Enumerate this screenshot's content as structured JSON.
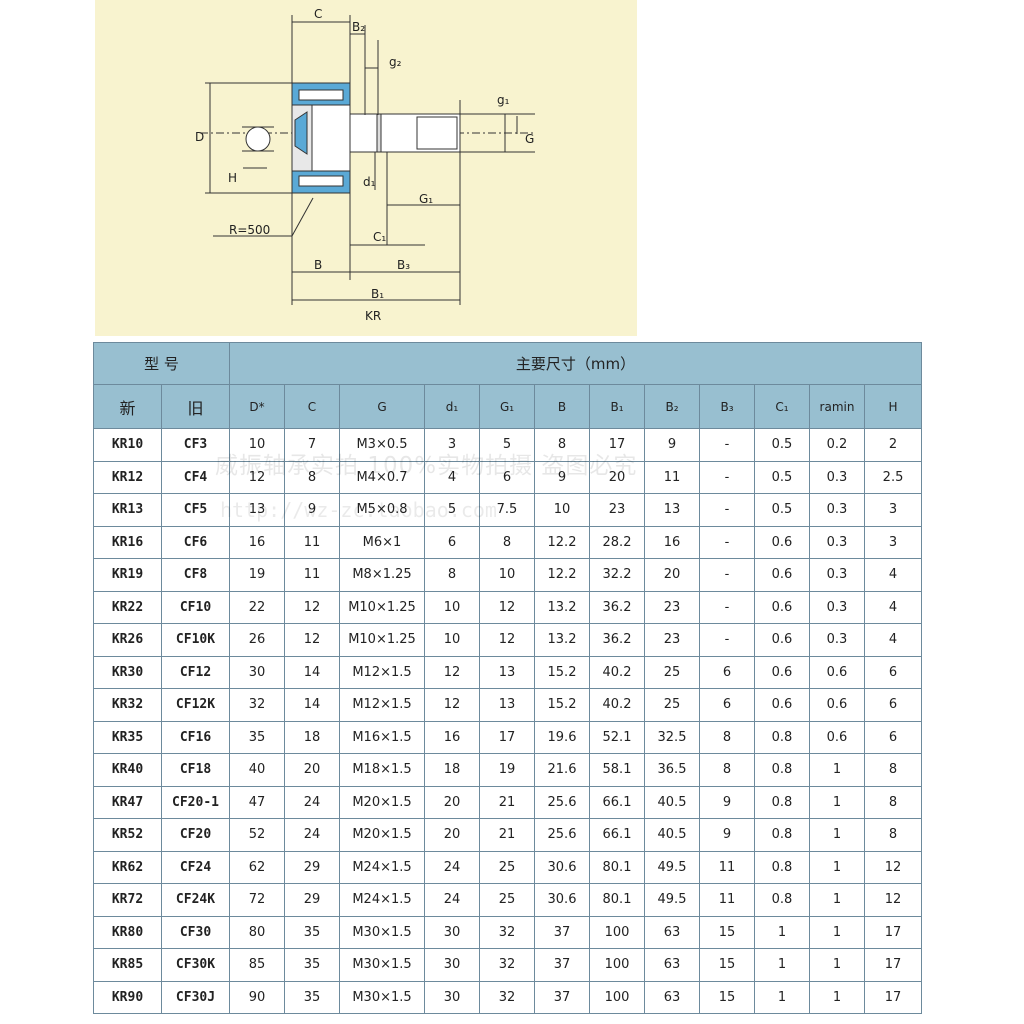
{
  "diagram": {
    "caption": "KR",
    "labels": {
      "C": "C",
      "B2": "B₂",
      "g2": "g₂",
      "g1": "g₁",
      "G": "G",
      "D": "D",
      "H": "H",
      "d1": "d₁",
      "G1": "G₁",
      "R": "R=500",
      "C1": "C₁",
      "B": "B",
      "B3": "B₃",
      "B1": "B₁"
    },
    "colors": {
      "background": "#f8f3cf",
      "bearing_fill": "#5aa9d6",
      "line": "#333333"
    }
  },
  "watermark": {
    "line1": "威振轴承实拍 100%实物拍摄 盗图必究",
    "line2": "http://wz-zc.taobao.com"
  },
  "table": {
    "header_model": "型 号",
    "header_dims": "主要尺寸（mm）",
    "col_new": "新",
    "col_old": "旧",
    "dim_cols": [
      "D*",
      "C",
      "G",
      "d₁",
      "G₁",
      "B",
      "B₁",
      "B₂",
      "B₃",
      "C₁",
      "ramin",
      "H"
    ],
    "rows": [
      [
        "KR10",
        "CF3",
        "10",
        "7",
        "M3×0.5",
        "3",
        "5",
        "8",
        "17",
        "9",
        "-",
        "0.5",
        "0.2",
        "2"
      ],
      [
        "KR12",
        "CF4",
        "12",
        "8",
        "M4×0.7",
        "4",
        "6",
        "9",
        "20",
        "11",
        "-",
        "0.5",
        "0.3",
        "2.5"
      ],
      [
        "KR13",
        "CF5",
        "13",
        "9",
        "M5×0.8",
        "5",
        "7.5",
        "10",
        "23",
        "13",
        "-",
        "0.5",
        "0.3",
        "3"
      ],
      [
        "KR16",
        "CF6",
        "16",
        "11",
        "M6×1",
        "6",
        "8",
        "12.2",
        "28.2",
        "16",
        "-",
        "0.6",
        "0.3",
        "3"
      ],
      [
        "KR19",
        "CF8",
        "19",
        "11",
        "M8×1.25",
        "8",
        "10",
        "12.2",
        "32.2",
        "20",
        "-",
        "0.6",
        "0.3",
        "4"
      ],
      [
        "KR22",
        "CF10",
        "22",
        "12",
        "M10×1.25",
        "10",
        "12",
        "13.2",
        "36.2",
        "23",
        "-",
        "0.6",
        "0.3",
        "4"
      ],
      [
        "KR26",
        "CF10K",
        "26",
        "12",
        "M10×1.25",
        "10",
        "12",
        "13.2",
        "36.2",
        "23",
        "-",
        "0.6",
        "0.3",
        "4"
      ],
      [
        "KR30",
        "CF12",
        "30",
        "14",
        "M12×1.5",
        "12",
        "13",
        "15.2",
        "40.2",
        "25",
        "6",
        "0.6",
        "0.6",
        "6"
      ],
      [
        "KR32",
        "CF12K",
        "32",
        "14",
        "M12×1.5",
        "12",
        "13",
        "15.2",
        "40.2",
        "25",
        "6",
        "0.6",
        "0.6",
        "6"
      ],
      [
        "KR35",
        "CF16",
        "35",
        "18",
        "M16×1.5",
        "16",
        "17",
        "19.6",
        "52.1",
        "32.5",
        "8",
        "0.8",
        "0.6",
        "6"
      ],
      [
        "KR40",
        "CF18",
        "40",
        "20",
        "M18×1.5",
        "18",
        "19",
        "21.6",
        "58.1",
        "36.5",
        "8",
        "0.8",
        "1",
        "8"
      ],
      [
        "KR47",
        "CF20-1",
        "47",
        "24",
        "M20×1.5",
        "20",
        "21",
        "25.6",
        "66.1",
        "40.5",
        "9",
        "0.8",
        "1",
        "8"
      ],
      [
        "KR52",
        "CF20",
        "52",
        "24",
        "M20×1.5",
        "20",
        "21",
        "25.6",
        "66.1",
        "40.5",
        "9",
        "0.8",
        "1",
        "8"
      ],
      [
        "KR62",
        "CF24",
        "62",
        "29",
        "M24×1.5",
        "24",
        "25",
        "30.6",
        "80.1",
        "49.5",
        "11",
        "0.8",
        "1",
        "12"
      ],
      [
        "KR72",
        "CF24K",
        "72",
        "29",
        "M24×1.5",
        "24",
        "25",
        "30.6",
        "80.1",
        "49.5",
        "11",
        "0.8",
        "1",
        "12"
      ],
      [
        "KR80",
        "CF30",
        "80",
        "35",
        "M30×1.5",
        "30",
        "32",
        "37",
        "100",
        "63",
        "15",
        "1",
        "1",
        "17"
      ],
      [
        "KR85",
        "CF30K",
        "85",
        "35",
        "M30×1.5",
        "30",
        "32",
        "37",
        "100",
        "63",
        "15",
        "1",
        "1",
        "17"
      ],
      [
        "KR90",
        "CF30J",
        "90",
        "35",
        "M30×1.5",
        "30",
        "32",
        "37",
        "100",
        "63",
        "15",
        "1",
        "1",
        "17"
      ]
    ]
  }
}
